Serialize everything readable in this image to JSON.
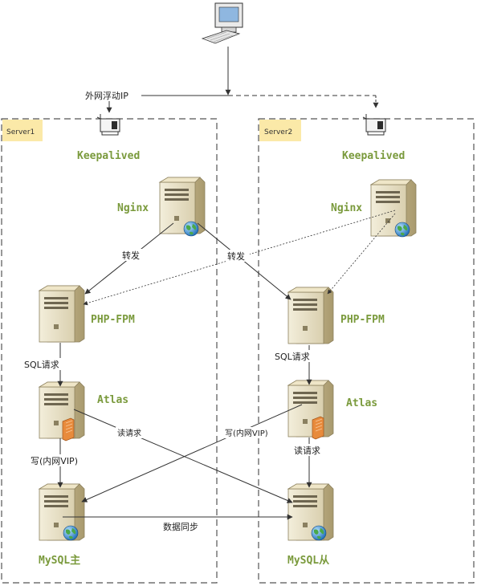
{
  "floating_ip_label": "外网浮动IP",
  "colors": {
    "accent_green": "#7a9a3c",
    "server_tag_bg": "#fbe9a8",
    "dashed_border": "#555555"
  },
  "servers": [
    {
      "tag": "Server1",
      "keepalived": "Keepalived",
      "nginx": "Nginx",
      "php": "PHP-FPM",
      "atlas": "Atlas",
      "mysql": "MySQL主",
      "sql_request": "SQL请求",
      "write_label": "写(内网VIP)",
      "read_label": "读请求"
    },
    {
      "tag": "Server2",
      "keepalived": "Keepalived",
      "nginx": "Nginx",
      "php": "PHP-FPM",
      "atlas": "Atlas",
      "mysql": "MySQL从",
      "sql_request": "SQL请求",
      "write_label": "写(内网VIP)",
      "read_label": "读请求"
    }
  ],
  "forward_labels": [
    "转发",
    "转发"
  ],
  "data_sync_label": "数据同步",
  "icons": [
    "computer-icon",
    "network-card-icon",
    "server-icon",
    "globe-icon",
    "database-module-icon"
  ]
}
